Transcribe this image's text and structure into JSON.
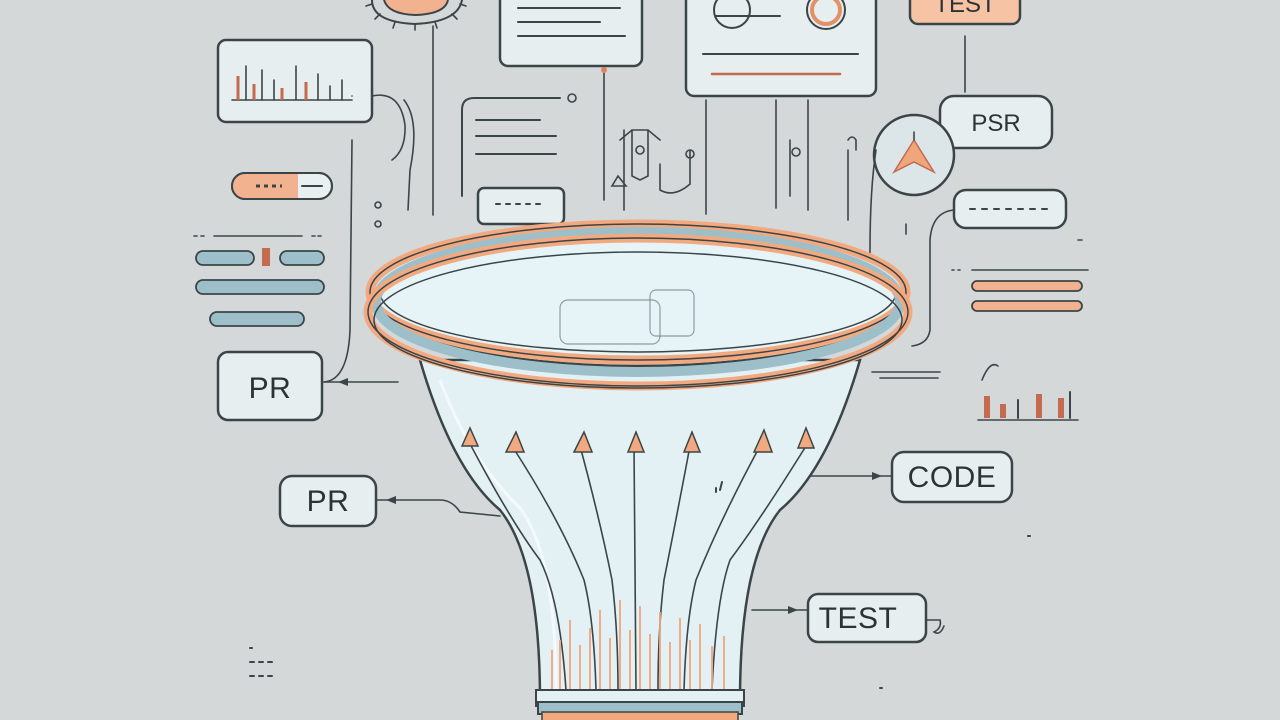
{
  "labels": {
    "pr_top": "PR",
    "pr_bottom": "PR",
    "code": "CODE",
    "test_bottom": "TEST",
    "test_top": "TEST",
    "psr": "PSR"
  },
  "colors": {
    "background": "#d4d8d9",
    "outline": "#3b4548",
    "accent_orange": "#f2a97f",
    "accent_blue": "#9dbfca",
    "funnel_fill": "#e4f1f4"
  },
  "icons": [
    "bar-chart-icon",
    "gear-icon",
    "document-icon",
    "funnel-icon",
    "arrow-up-icon"
  ]
}
